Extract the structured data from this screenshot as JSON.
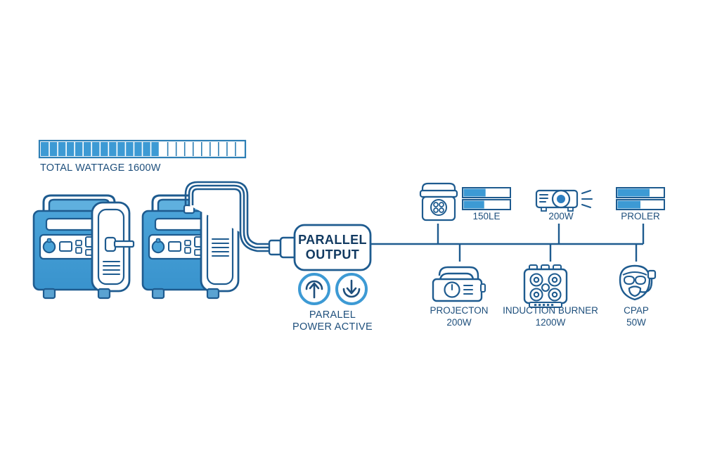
{
  "meta": {
    "title": "Parallel Power Station Connection Diagram",
    "background": "#ffffff"
  },
  "colors": {
    "line_dark": "#1e5b8f",
    "text_navy": "#1e4f7c",
    "text_box": "#123a61",
    "body_blue": "#3d9ad4",
    "body_blue_dark": "#2a7fb8",
    "body_blue_light": "#64b2e0",
    "bar_fill": "#3d9ad4",
    "bar_empty": "#ffffff",
    "white": "#ffffff",
    "foot_blue": "#5aa3d2"
  },
  "battery": {
    "label": "TOTAL WATTAGE 1600W",
    "total_segments": 24,
    "filled_segments": 14,
    "fill_percent": 58
  },
  "generators": [
    {
      "name": "power-station-1",
      "panel": "control-panel"
    },
    {
      "name": "power-station-2",
      "panel": "control-panel"
    }
  ],
  "parallel_box": {
    "line1": "PARALLEL",
    "line2": "OUTPUT"
  },
  "parallel_status": {
    "icon_up": "arrow-up-circle-icon",
    "icon_down": "arrow-down-circle-icon",
    "line1": "PARALEL",
    "line2": "POWER ACTIVE"
  },
  "appliances_top": [
    {
      "id": "cooler",
      "icon": "portable-fridge-icon",
      "label": "",
      "bar": {
        "label": "150LE",
        "rows": [
          48,
          45
        ]
      }
    },
    {
      "id": "projector-lamp",
      "icon": "projector-beam-icon",
      "label": "200W",
      "bar": null
    },
    {
      "id": "proler",
      "icon": "",
      "label": "",
      "bar": {
        "label": "PROLER",
        "rows": [
          70,
          50
        ]
      }
    }
  ],
  "appliances_bottom": [
    {
      "id": "projector",
      "icon": "projector-box-icon",
      "label_line1": "PROJECTON",
      "label_line2": "200W"
    },
    {
      "id": "induction-burner",
      "icon": "induction-burner-icon",
      "label_line1": "INDUCTION BURNER",
      "label_line2": "1200W"
    },
    {
      "id": "cpap",
      "icon": "cpap-mask-icon",
      "label_line1": "CPAP",
      "label_line2": "50W"
    }
  ]
}
